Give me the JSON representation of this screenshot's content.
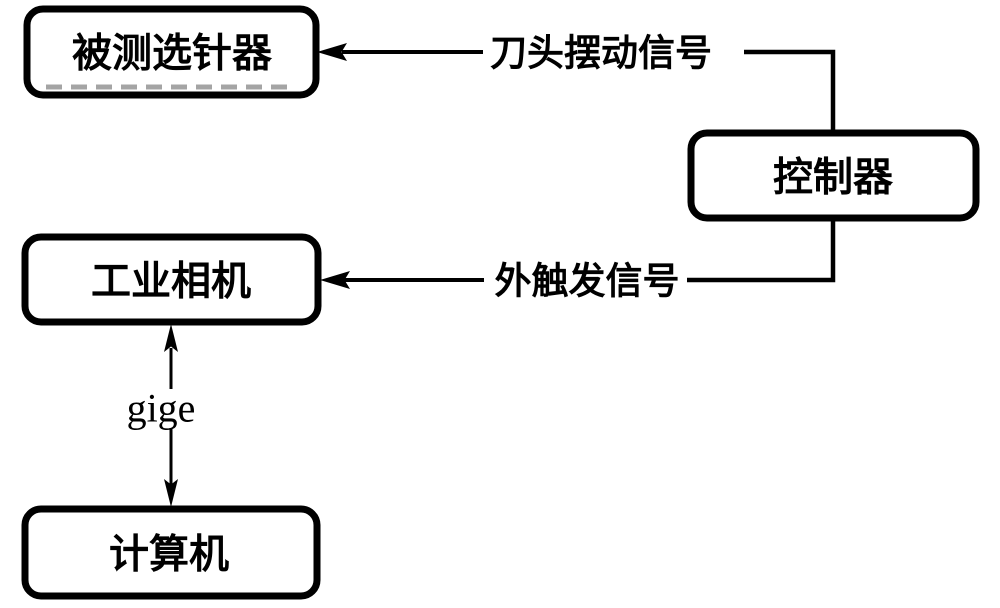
{
  "figure": {
    "background_color": "#ffffff",
    "line_color": "#000000",
    "boxes": {
      "needle_selector": {
        "label": "被测选针器"
      },
      "controller": {
        "label": "控制器"
      },
      "camera": {
        "label": "工业相机"
      },
      "computer": {
        "label": "计算机"
      }
    },
    "signals": {
      "blade_swing": {
        "label": "刀头摆动信号",
        "from": "控制器",
        "to": "被测选针器",
        "direction": "one-way"
      },
      "external_trigger": {
        "label": "外触发信号",
        "from": "控制器",
        "to": "工业相机",
        "direction": "one-way"
      },
      "gige": {
        "label": "gige",
        "from": "工业相机",
        "to": "计算机",
        "direction": "bidirectional"
      }
    }
  }
}
